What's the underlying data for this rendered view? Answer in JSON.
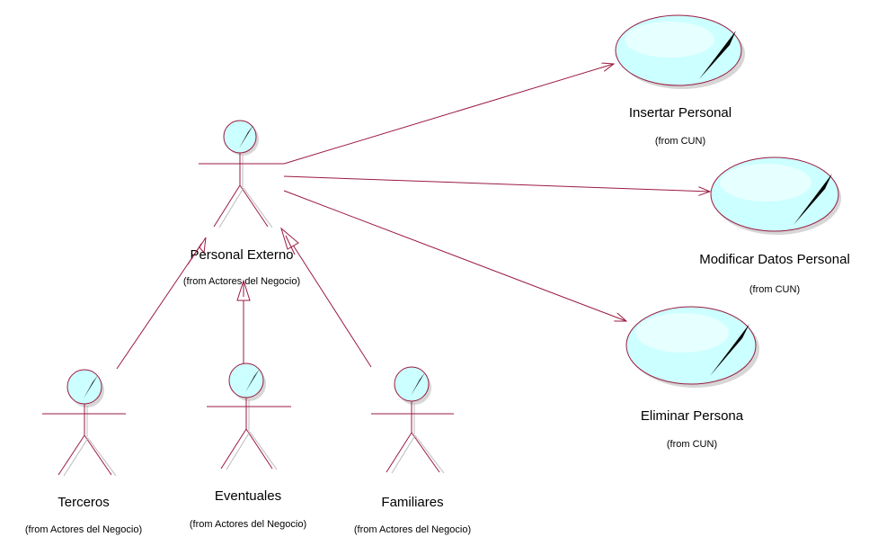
{
  "diagram": {
    "colors": {
      "line": "#9b1a40",
      "fill": "#ccffff",
      "shadow": "#bbbbbb",
      "text": "#000000"
    },
    "actors": [
      {
        "id": "personal-externo",
        "name": "Personal Externo",
        "from": "(from Actores del Negocio)"
      },
      {
        "id": "terceros",
        "name": "Terceros",
        "from": "(from Actores del Negocio)"
      },
      {
        "id": "eventuales",
        "name": "Eventuales",
        "from": "(from Actores del Negocio)"
      },
      {
        "id": "familiares",
        "name": "Familiares",
        "from": "(from Actores del Negocio)"
      }
    ],
    "use_cases": [
      {
        "id": "insertar-personal",
        "name": "Insertar Personal",
        "from": "(from CUN)"
      },
      {
        "id": "modificar-datos-personal",
        "name": "Modificar Datos Personal",
        "from": "(from CUN)"
      },
      {
        "id": "eliminar-persona",
        "name": "Eliminar Persona",
        "from": "(from CUN)"
      }
    ],
    "associations": [
      {
        "from": "personal-externo",
        "to": "insertar-personal"
      },
      {
        "from": "personal-externo",
        "to": "modificar-datos-personal"
      },
      {
        "from": "personal-externo",
        "to": "eliminar-persona"
      }
    ],
    "generalizations": [
      {
        "child": "terceros",
        "parent": "personal-externo"
      },
      {
        "child": "eventuales",
        "parent": "personal-externo"
      },
      {
        "child": "familiares",
        "parent": "personal-externo"
      }
    ]
  }
}
